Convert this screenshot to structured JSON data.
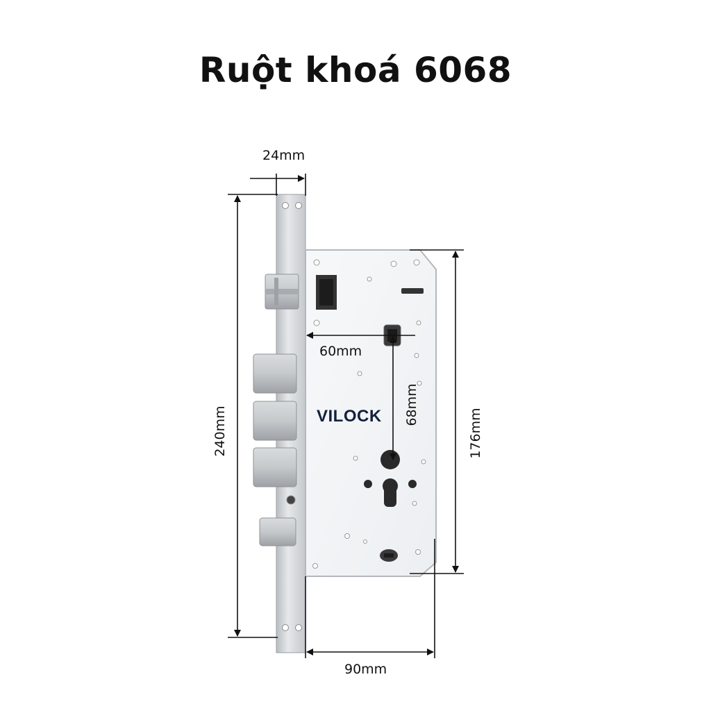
{
  "title": "Ruột khoá 6068",
  "brand": "VILOCK",
  "dimensions": {
    "faceplate_width": "24mm",
    "total_height": "240mm",
    "backset": "60mm",
    "center_distance": "68mm",
    "body_height": "176mm",
    "body_width": "90mm"
  },
  "colors": {
    "steel_light": "#e8eaec",
    "steel_mid": "#c7cacd",
    "steel_dark": "#8e9296",
    "body_plate": "#f4f6f8",
    "line": "#111111"
  }
}
